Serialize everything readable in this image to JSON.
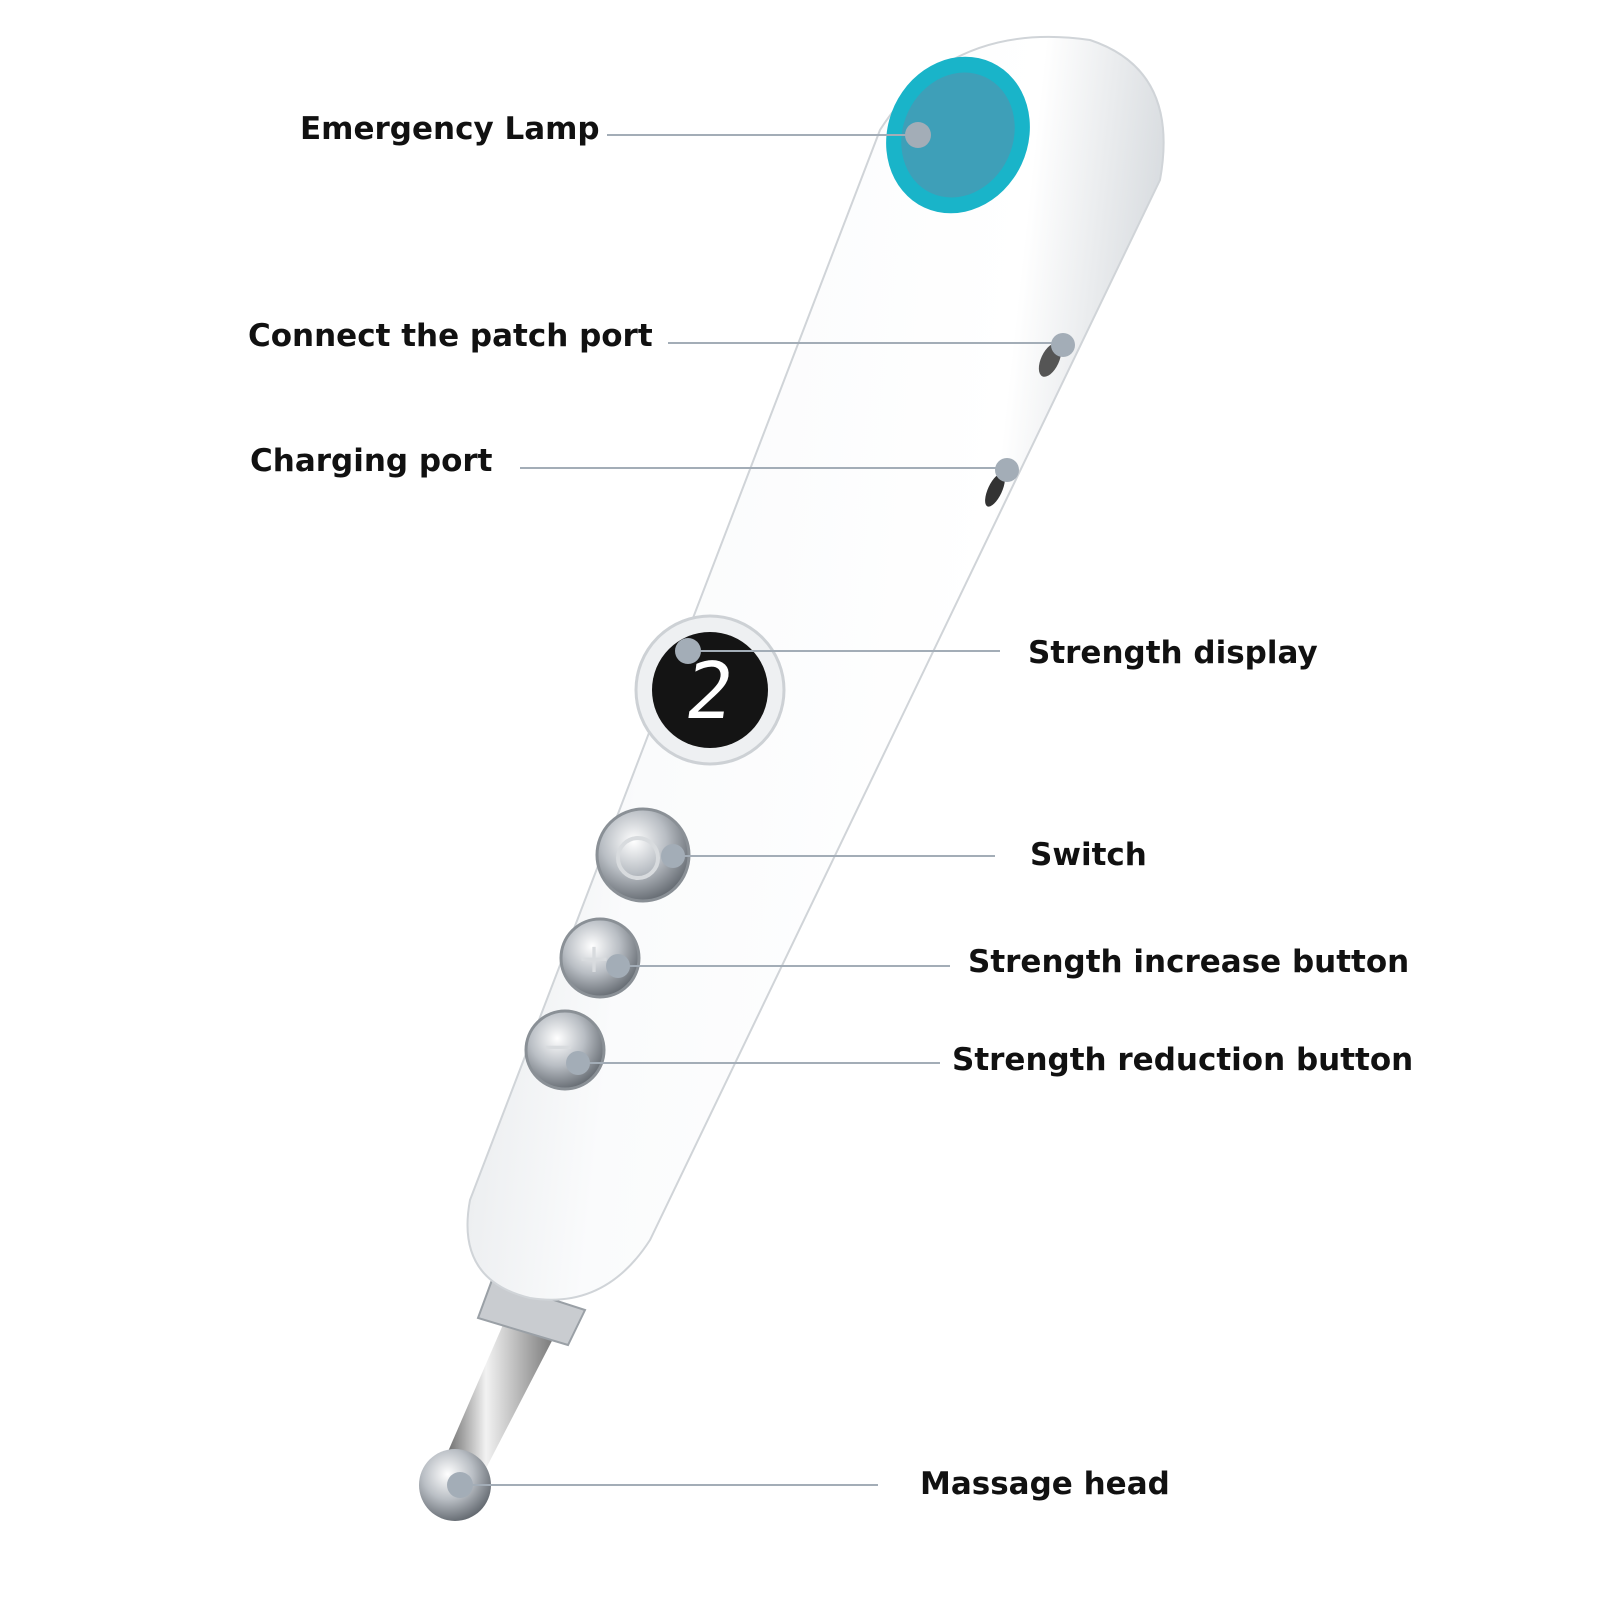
{
  "labels": {
    "emergency_lamp": "Emergency Lamp",
    "patch_port": "Connect the patch port",
    "charging_port": "Charging port",
    "strength_display": "Strength display",
    "switch": "Switch",
    "increase_button": "Strength increase button",
    "reduction_button": "Strength reduction button",
    "massage_head": "Massage head"
  },
  "display": {
    "digit": "2"
  },
  "colors": {
    "lamp": "#19b4c9",
    "callout": "#a3adb7",
    "body": "#f4f5f6"
  }
}
